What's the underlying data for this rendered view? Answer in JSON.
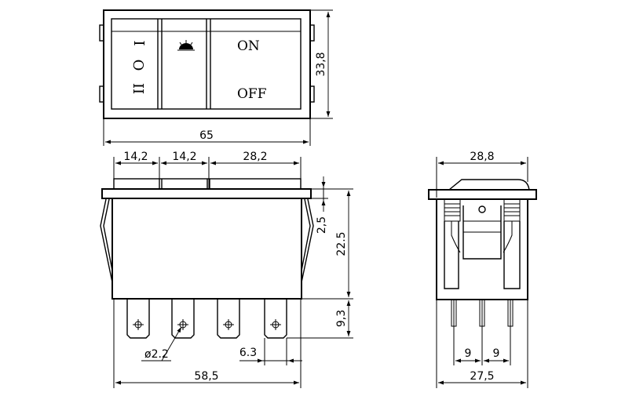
{
  "labels": {
    "on": "ON",
    "off": "OFF"
  },
  "symbols": {
    "position_1": "I",
    "position_0": "O",
    "position_2": "II"
  },
  "dimensions": {
    "top_width": "65",
    "top_height": "33,8",
    "rocker_1_width": "14,2",
    "rocker_2_width": "14,2",
    "rocker_3_width": "28,2",
    "flange_thickness": "2,5",
    "body_height": "22.5",
    "terminal_length": "9,3",
    "hole_diameter": "ø2.2",
    "terminal_width": "6.3",
    "terminal_span": "58,5",
    "side_top_width": "28,8",
    "pin_pitch_left": "9",
    "pin_pitch_right": "9",
    "side_bottom_width": "27,5"
  }
}
